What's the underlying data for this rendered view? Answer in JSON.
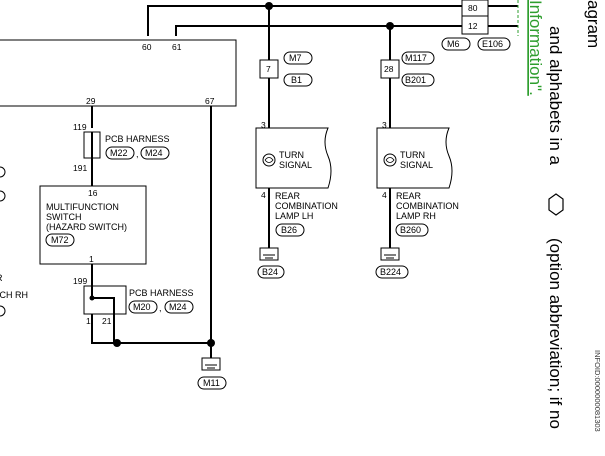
{
  "header": {
    "title_fragment": "agram"
  },
  "side_text": {
    "line1_a": "and alphabets in a",
    "line1_b": "(option abbreviation; if no",
    "line2": "Information\"."
  },
  "info_id": "INFOID:0000000081303",
  "connectors": {
    "top_80": "80",
    "top_12": "12",
    "m6": "M6",
    "e106": "E106",
    "m7": "M7",
    "b1": "B1",
    "m117": "M117",
    "b201": "B201",
    "m22": "M22",
    "m24a": "M24",
    "m72": "M72",
    "m20": "M20",
    "m24b": "M24",
    "b26": "B26",
    "b260": "B260",
    "b24": "B24",
    "b224": "B224",
    "m11": "M11"
  },
  "pins": {
    "p60": "60",
    "p61": "61",
    "p29": "29",
    "p67": "67",
    "p7": "7",
    "p28": "28",
    "p3a": "3",
    "p4a": "4",
    "p3b": "3",
    "p4b": "4",
    "p119": "119",
    "p191": "191",
    "p16": "16",
    "p1": "1",
    "p199": "199",
    "p1b": "1",
    "p21": "21"
  },
  "labels": {
    "pcb_harness_1": "PCB HARNESS",
    "pcb_harness_2": "PCB HARNESS",
    "switch_l1": "MULTIFUNCTION",
    "switch_l2": "SWITCH",
    "switch_l3": "(HAZARD SWITCH)",
    "turn_signal_l1_a": "TURN",
    "turn_signal_l2_a": "SIGNAL",
    "turn_signal_l1_b": "TURN",
    "turn_signal_l2_b": "SIGNAL",
    "rear_lh_1": "REAR",
    "rear_lh_2": "COMBINATION",
    "rear_lh_3": "LAMP LH",
    "rear_rh_1": "REAR",
    "rear_rh_2": "COMBINATION",
    "rear_rh_3": "LAMP RH",
    "comma": ",",
    "left_frag_1": "R",
    "left_frag_2": "TCH RH"
  }
}
